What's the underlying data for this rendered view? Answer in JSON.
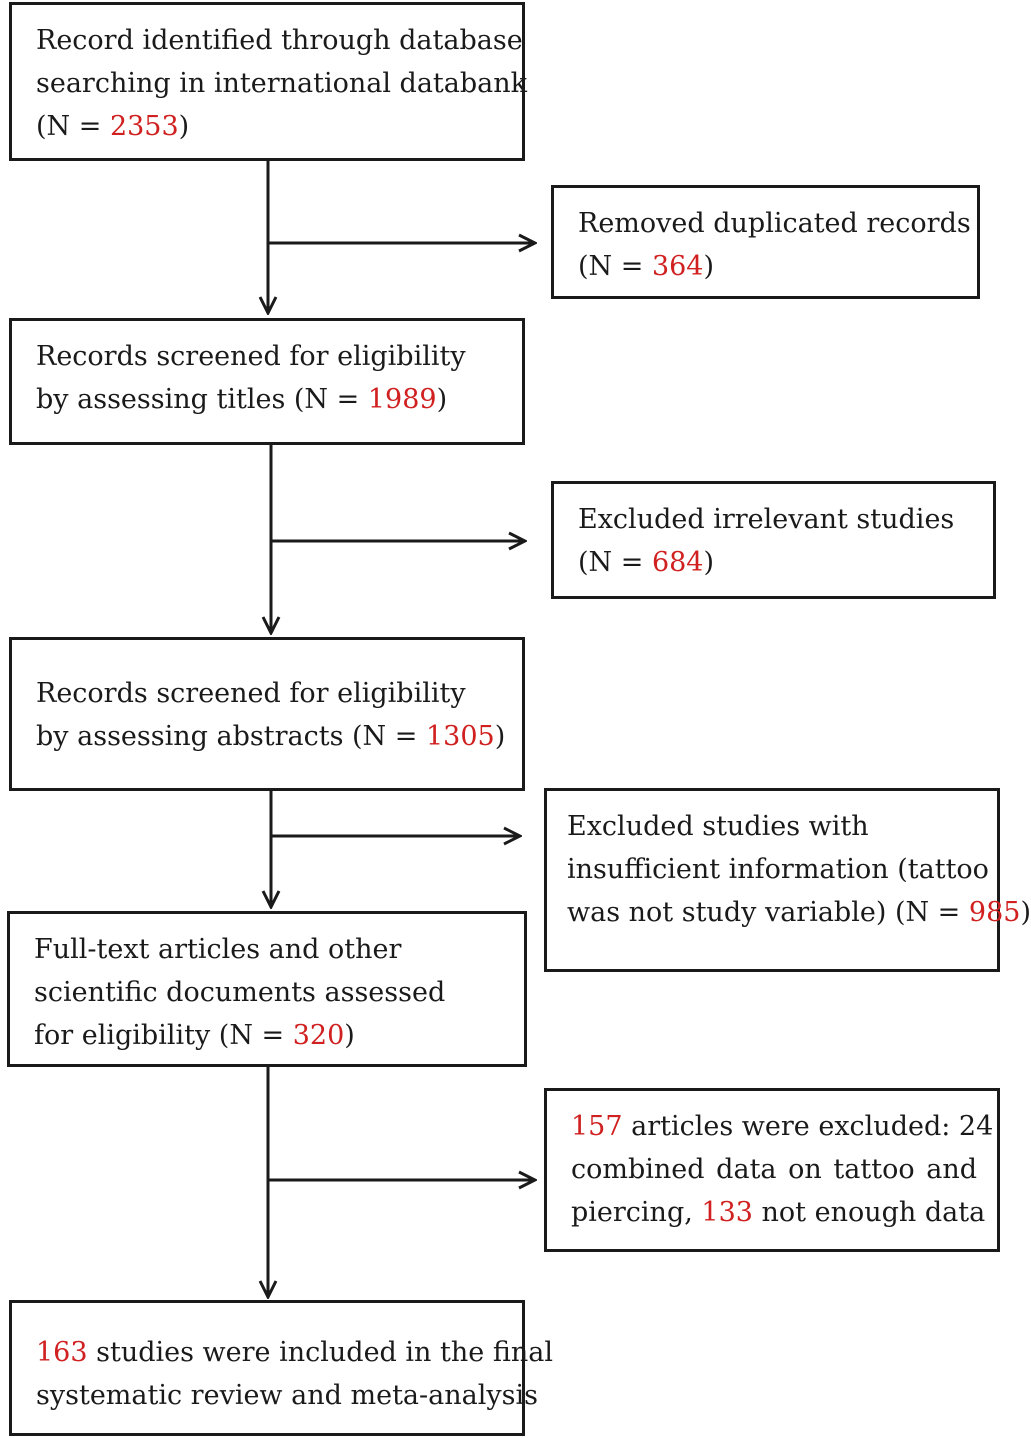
{
  "boxes": {
    "identified": {
      "line1": "Record identified through database",
      "line2": "searching in international databank",
      "pre": "(N = ",
      "n": "2353",
      "post": ")"
    },
    "duplicates": {
      "line1": "Removed duplicated records",
      "pre": "(N = ",
      "n": "364",
      "post": ")"
    },
    "titles": {
      "line1": "Records screened for eligibility",
      "pre": "by assessing titles (N = ",
      "n": "1989",
      "post": ")"
    },
    "irrelevant": {
      "line1": "Excluded irrelevant studies",
      "pre": "(N = ",
      "n": "684",
      "post": ")"
    },
    "abstracts": {
      "line1": "Records screened for eligibility",
      "pre": "by assessing abstracts (N = ",
      "n": "1305",
      "post": ")"
    },
    "insufficient": {
      "line1": "Excluded studies with",
      "line2": "insufficient information (tattoo",
      "pre": "was not study variable) (N = ",
      "n": "985",
      "post": ")"
    },
    "fulltext": {
      "line1": "Full-text articles and other",
      "line2": "scientific documents assessed",
      "pre": "for eligibility (N = ",
      "n": "320",
      "post": ")"
    },
    "excluded": {
      "n1": "157",
      "rest1": " articles were excluded: 24",
      "line2": "combined data on tattoo and",
      "pre3": "piercing, ",
      "n2": "133",
      "rest3": " not enough data"
    },
    "included": {
      "n": "163",
      "rest1": " studies were included in the final",
      "line2": "systematic review and meta-analysis"
    }
  },
  "colors": {
    "number": "#d02020",
    "border": "#1a1a1a",
    "text": "#1a1a1a"
  }
}
